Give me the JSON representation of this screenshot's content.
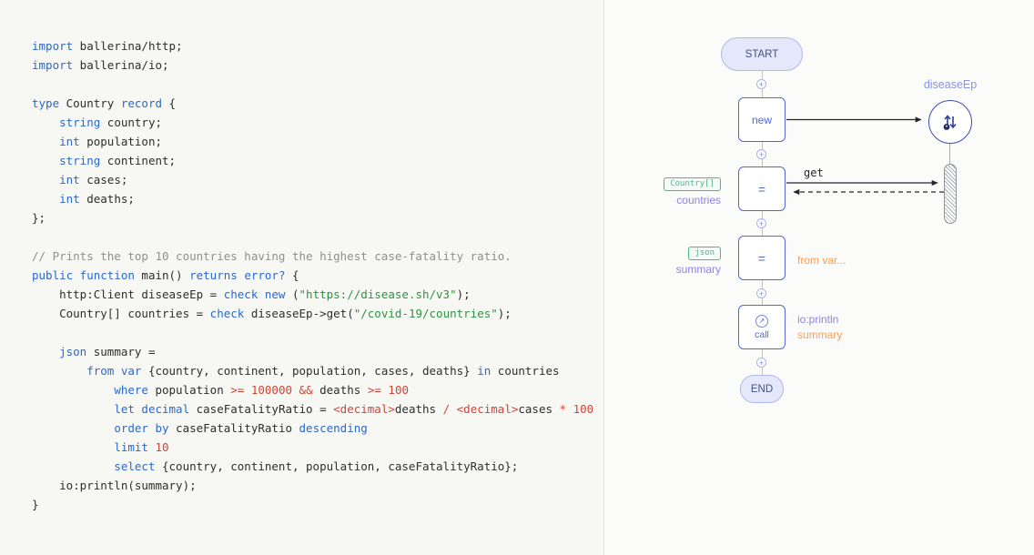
{
  "code": {
    "lines": [
      [
        [
          "kw",
          "import"
        ],
        [
          "pl",
          " ballerina/http;"
        ]
      ],
      [
        [
          "kw",
          "import"
        ],
        [
          "pl",
          " ballerina/io;"
        ]
      ],
      [],
      [
        [
          "kw",
          "type"
        ],
        [
          "pl",
          " Country "
        ],
        [
          "kw",
          "record"
        ],
        [
          "pl",
          " {"
        ]
      ],
      [
        [
          "pl",
          "    "
        ],
        [
          "kw",
          "string"
        ],
        [
          "pl",
          " country;"
        ]
      ],
      [
        [
          "pl",
          "    "
        ],
        [
          "kw",
          "int"
        ],
        [
          "pl",
          " population;"
        ]
      ],
      [
        [
          "pl",
          "    "
        ],
        [
          "kw",
          "string"
        ],
        [
          "pl",
          " continent;"
        ]
      ],
      [
        [
          "pl",
          "    "
        ],
        [
          "kw",
          "int"
        ],
        [
          "pl",
          " cases;"
        ]
      ],
      [
        [
          "pl",
          "    "
        ],
        [
          "kw",
          "int"
        ],
        [
          "pl",
          " deaths;"
        ]
      ],
      [
        [
          "pl",
          "};"
        ]
      ],
      [],
      [
        [
          "com",
          "// Prints the top 10 countries having the highest case-fatality ratio."
        ]
      ],
      [
        [
          "kw",
          "public function"
        ],
        [
          "pl",
          " main() "
        ],
        [
          "kw",
          "returns"
        ],
        [
          "pl",
          " "
        ],
        [
          "kw",
          "error?"
        ],
        [
          "pl",
          " {"
        ]
      ],
      [
        [
          "pl",
          "    http:Client diseaseEp = "
        ],
        [
          "kw",
          "check new"
        ],
        [
          "pl",
          " ("
        ],
        [
          "str",
          "\"https://disease.sh/v3\""
        ],
        [
          "pl",
          ");"
        ]
      ],
      [
        [
          "pl",
          "    Country[] countries = "
        ],
        [
          "kw",
          "check"
        ],
        [
          "pl",
          " diseaseEp->get("
        ],
        [
          "str",
          "\"/covid-19/countries\""
        ],
        [
          "pl",
          ");"
        ]
      ],
      [],
      [
        [
          "pl",
          "    "
        ],
        [
          "kw",
          "json"
        ],
        [
          "pl",
          " summary ="
        ]
      ],
      [
        [
          "pl",
          "        "
        ],
        [
          "kw",
          "from var"
        ],
        [
          "pl",
          " {country, continent, population, cases, deaths} "
        ],
        [
          "kw",
          "in"
        ],
        [
          "pl",
          " countries"
        ]
      ],
      [
        [
          "pl",
          "            "
        ],
        [
          "kw",
          "where"
        ],
        [
          "pl",
          " population "
        ],
        [
          "num",
          ">="
        ],
        [
          "pl",
          " "
        ],
        [
          "num",
          "100000"
        ],
        [
          "pl",
          " "
        ],
        [
          "num",
          "&&"
        ],
        [
          "pl",
          " deaths "
        ],
        [
          "num",
          ">="
        ],
        [
          "pl",
          " "
        ],
        [
          "num",
          "100"
        ]
      ],
      [
        [
          "pl",
          "            "
        ],
        [
          "kw",
          "let decimal"
        ],
        [
          "pl",
          " caseFatalityRatio = "
        ],
        [
          "num",
          "<decimal>"
        ],
        [
          "pl",
          "deaths "
        ],
        [
          "num",
          "/"
        ],
        [
          "pl",
          " "
        ],
        [
          "num",
          "<decimal>"
        ],
        [
          "pl",
          "cases "
        ],
        [
          "num",
          "*"
        ],
        [
          "pl",
          " "
        ],
        [
          "num",
          "100"
        ]
      ],
      [
        [
          "pl",
          "            "
        ],
        [
          "kw",
          "order by"
        ],
        [
          "pl",
          " caseFatalityRatio "
        ],
        [
          "kw",
          "descending"
        ]
      ],
      [
        [
          "pl",
          "            "
        ],
        [
          "kw",
          "limit"
        ],
        [
          "pl",
          " "
        ],
        [
          "num",
          "10"
        ]
      ],
      [
        [
          "pl",
          "            "
        ],
        [
          "kw",
          "select"
        ],
        [
          "pl",
          " {country, continent, population, caseFatalityRatio};"
        ]
      ],
      [
        [
          "pl",
          "    io:println(summary);"
        ]
      ],
      [
        [
          "pl",
          "}"
        ]
      ]
    ]
  },
  "diagram": {
    "start": "START",
    "end": "END",
    "plus_symbol": "+",
    "new_node": "new",
    "assign1": "=",
    "assign2": "=",
    "call_label": "call",
    "get_label": "get",
    "endpoint_label": "diseaseEp",
    "countries_badge": "Country[]",
    "countries_label": "countries",
    "summary_badge": "json",
    "summary_label": "summary",
    "from_var_label": "from var...",
    "io_println_label": "io:println",
    "call_summary_label": "summary"
  },
  "colors": {
    "accent_purple": "#5567d5",
    "pill_fill": "#e4e8fa",
    "pill_border": "#aeb8ee",
    "label_purple": "#9184e0",
    "endpoint_label_purple": "#8b93e6",
    "label_orange": "#ff9d52",
    "badge_green": "#4cb782",
    "keyword_blue": "#2a69cc",
    "string_green": "#2c9440",
    "number_red": "#d04437",
    "comment_gray": "#8e908c",
    "left_bg": "#f7f7f4",
    "right_bg": "#fbfbf9"
  }
}
